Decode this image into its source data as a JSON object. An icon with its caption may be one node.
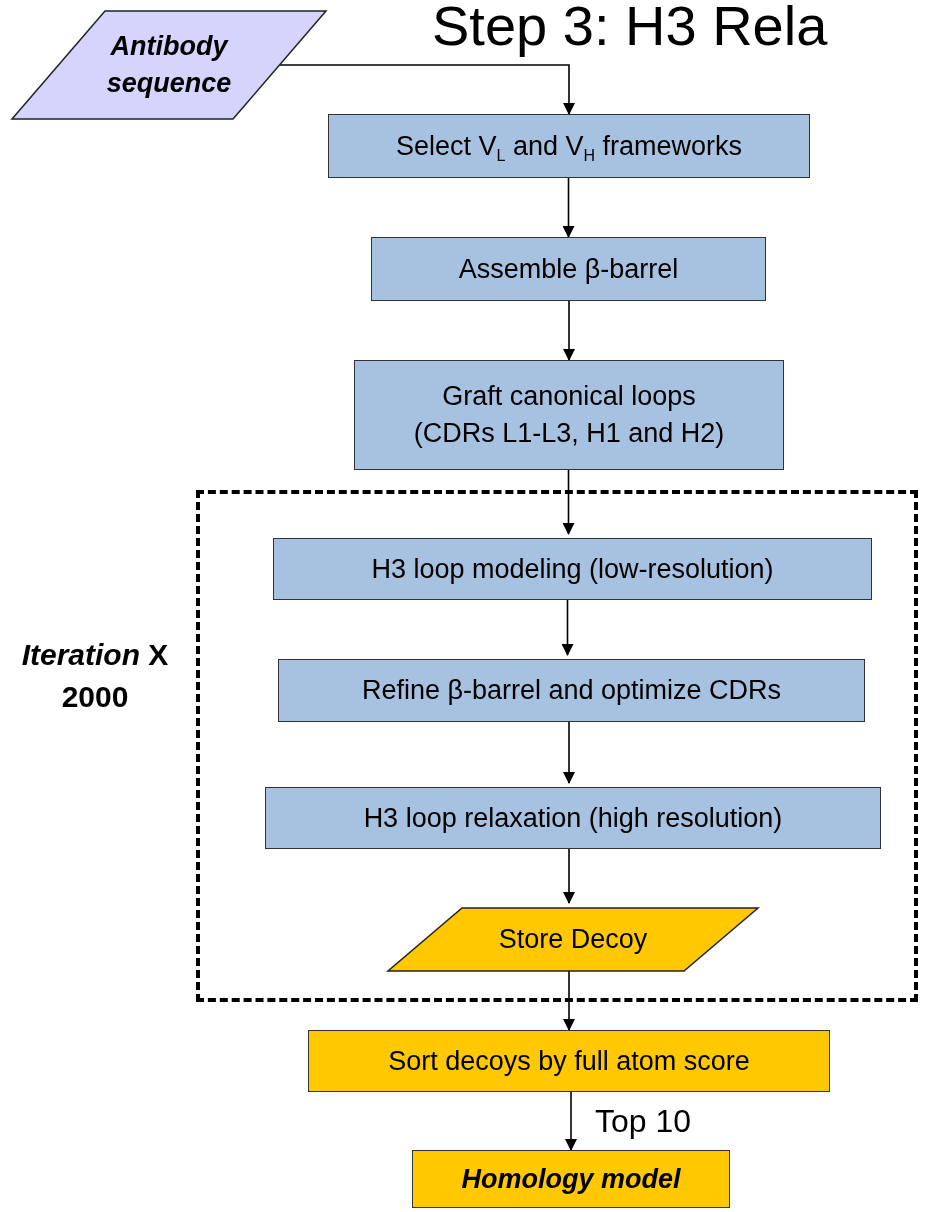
{
  "diagram": {
    "title": "Step 3: H3 Rela",
    "nodes": [
      {
        "text": [
          "Antibody sequence"
        ]
      },
      {
        "text": [
          "Select V$_{L}$ and V$_{H}$ frameworks"
        ]
      },
      {
        "text": [
          "Assemble β-barrel"
        ]
      },
      {
        "text": [
          "Graft canonical loops (CDRs L1-L3, H1 and H2)"
        ]
      },
      {
        "text": [],
        "shape": "box"
      },
      {
        "text": [
          "H3 loop modeling (low-resolution)"
        ],
        "in": 4
      },
      {
        "text": [
          "Refine β-barrel and optimize CDRs"
        ],
        "in": 4
      },
      {
        "text": [
          "H3 loop relaxation (high resolution)"
        ],
        "in": 4
      },
      {
        "text": [
          "Store Decoy"
        ],
        "in": 4
      },
      {
        "text": [
          "Sort decoys by full atom score"
        ]
      },
      {
        "text": [
          "Homology model"
        ]
      }
    ],
    "edges": [
      {
        "from": 0,
        "to": 1,
        "arrow": "to"
      },
      {
        "from": 1,
        "to": 2,
        "arrow": "to"
      },
      {
        "from": 2,
        "to": 3,
        "arrow": "to"
      },
      {
        "from": 3,
        "to": 5,
        "arrow": "to"
      },
      {
        "from": 5,
        "to": 6,
        "arrow": "to"
      },
      {
        "from": 6,
        "to": 7,
        "arrow": "to"
      },
      {
        "from": 7,
        "to": 8,
        "arrow": "to"
      },
      {
        "from": 8,
        "to": 9,
        "arrow": "to"
      },
      {
        "from": 9,
        "to": 10,
        "arrow": "to",
        "label": "Top 10"
      }
    ],
    "labels": [
      "*Iteration* X 2000"
    ]
  }
}
